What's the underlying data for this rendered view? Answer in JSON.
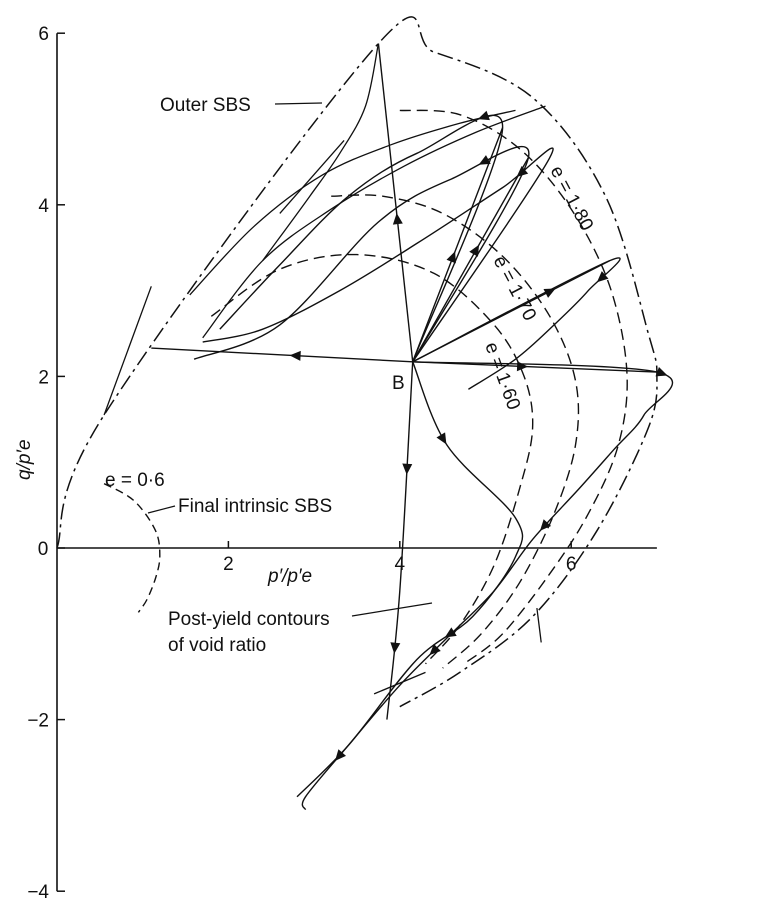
{
  "chart_data": {
    "type": "line",
    "xlabel": "p′/p′e",
    "ylabel": "q/p′e",
    "xlim": [
      0,
      7.0
    ],
    "ylim": [
      -4,
      6
    ],
    "x_ticks": [
      {
        "value": 0,
        "label": "0"
      },
      {
        "value": 2,
        "label": "2"
      },
      {
        "value": 4,
        "label": "4"
      },
      {
        "value": 6,
        "label": "6"
      }
    ],
    "y_ticks": [
      {
        "value": 6,
        "label": "6"
      },
      {
        "value": 4,
        "label": "4"
      },
      {
        "value": 2,
        "label": "2"
      },
      {
        "value": 0,
        "label": "0"
      },
      {
        "value": -2,
        "label": "−2"
      },
      {
        "value": -4,
        "label": "−4"
      }
    ],
    "grid": false,
    "annotations": {
      "outer_sbs": "Outer SBS",
      "final_intrinsic": "Final intrinsic SBS",
      "e_06": "e = 0·6",
      "e_180": "e = 1·80",
      "e_170": "e = 1·70",
      "e_160": "e = 1·60",
      "point_b": "B",
      "post_yield_1": "Post-yield contours",
      "post_yield_2": "of void ratio"
    },
    "point_B": [
      4.15,
      2.17
    ],
    "outer_sbs": [
      [
        0,
        0
      ],
      [
        0.55,
        1.55
      ],
      [
        3.75,
        5.88
      ],
      [
        4.4,
        5.78
      ],
      [
        5.55,
        5.25
      ],
      [
        6.4,
        4.1
      ],
      [
        6.9,
        2.5
      ],
      [
        7.0,
        2.0
      ],
      [
        6.9,
        1.4
      ],
      [
        6.3,
        0.2
      ],
      [
        5.55,
        -0.8
      ],
      [
        4.7,
        -1.45
      ],
      [
        4.0,
        -1.85
      ]
    ],
    "intrinsic_sbs": [
      [
        0.55,
        0.75
      ],
      [
        0.9,
        0.55
      ],
      [
        1.15,
        0.2
      ],
      [
        1.2,
        -0.1
      ],
      [
        1.15,
        -0.35
      ],
      [
        1.05,
        -0.6
      ],
      [
        0.95,
        -0.75
      ]
    ],
    "contours": [
      [
        [
          1.8,
          2.7
        ],
        [
          2.6,
          3.25
        ],
        [
          3.5,
          3.42
        ],
        [
          4.4,
          3.2
        ],
        [
          5.1,
          2.6
        ],
        [
          5.45,
          2.0
        ],
        [
          5.55,
          1.4
        ],
        [
          5.4,
          0.7
        ],
        [
          5.1,
          -0.2
        ],
        [
          4.7,
          -0.9
        ],
        [
          4.3,
          -1.35
        ]
      ],
      [
        [
          3.2,
          4.1
        ],
        [
          3.8,
          4.1
        ],
        [
          4.5,
          3.9
        ],
        [
          5.2,
          3.4
        ],
        [
          5.75,
          2.7
        ],
        [
          6.05,
          1.95
        ],
        [
          6.05,
          1.2
        ],
        [
          5.8,
          0.4
        ],
        [
          5.4,
          -0.4
        ],
        [
          4.95,
          -1.0
        ],
        [
          4.5,
          -1.4
        ]
      ],
      [
        [
          4.0,
          5.1
        ],
        [
          4.7,
          5.05
        ],
        [
          5.4,
          4.65
        ],
        [
          6.0,
          3.95
        ],
        [
          6.45,
          3.05
        ],
        [
          6.65,
          2.05
        ],
        [
          6.55,
          1.2
        ],
        [
          6.2,
          0.4
        ],
        [
          5.75,
          -0.3
        ],
        [
          5.2,
          -1.0
        ],
        [
          4.75,
          -1.35
        ]
      ]
    ],
    "e_curves": [
      [
        [
          1.7,
          2.45
        ],
        [
          2.4,
          3.35
        ],
        [
          3.2,
          3.95
        ],
        [
          4.05,
          4.45
        ],
        [
          4.9,
          4.85
        ],
        [
          5.7,
          5.15
        ]
      ],
      [
        [
          1.55,
          2.95
        ],
        [
          2.3,
          3.75
        ],
        [
          3.1,
          4.35
        ],
        [
          3.9,
          4.7
        ],
        [
          4.7,
          4.95
        ],
        [
          5.35,
          5.1
        ]
      ],
      [
        [
          2.4,
          3.35
        ],
        [
          2.95,
          4.1
        ],
        [
          3.3,
          4.6
        ],
        [
          3.6,
          5.15
        ],
        [
          3.75,
          5.88
        ]
      ]
    ],
    "paths": [
      {
        "points": [
          [
            4.15,
            2.17
          ],
          [
            1.1,
            2.33
          ]
        ],
        "arrows": [
          0.45
        ]
      },
      {
        "points": [
          [
            4.15,
            2.17
          ],
          [
            3.75,
            5.88
          ]
        ],
        "arrows": [
          0.45
        ]
      },
      {
        "points": [
          [
            4.15,
            2.17
          ],
          [
            5.2,
            4.9
          ]
        ],
        "arrows": [
          0.45
        ]
      },
      {
        "points": [
          [
            4.15,
            2.17
          ],
          [
            5.5,
            4.55
          ]
        ],
        "arrows": [
          0.55
        ]
      },
      {
        "points": [
          [
            4.15,
            2.17
          ],
          [
            6.45,
            3.35
          ]
        ],
        "arrows": [
          0.7
        ]
      },
      {
        "points": [
          [
            4.15,
            2.17
          ],
          [
            7.0,
            2.05
          ]
        ],
        "arrows": [
          0.45
        ]
      },
      {
        "points": [
          [
            4.15,
            2.17
          ],
          [
            4.0,
            -0.5
          ],
          [
            3.85,
            -2.0
          ]
        ],
        "arrows": [
          0.3,
          0.8
        ]
      },
      {
        "points": [
          [
            4.15,
            2.17
          ],
          [
            4.55,
            1.2
          ],
          [
            5.35,
            0.35
          ],
          [
            5.35,
            -0.1
          ],
          [
            4.85,
            -0.8
          ],
          [
            4.2,
            -1.3
          ],
          [
            3.4,
            -2.3
          ],
          [
            2.8,
            -2.9
          ]
        ],
        "arrows": [
          0.15,
          0.6
        ]
      },
      {
        "points": [
          [
            4.15,
            2.17
          ],
          [
            5.75,
            4.55
          ],
          [
            5.2,
            4.2
          ],
          [
            4.2,
            3.55
          ],
          [
            3.3,
            3.0
          ],
          [
            2.4,
            2.55
          ],
          [
            1.7,
            2.4
          ]
        ],
        "arrows": [
          0.45
        ]
      },
      {
        "points": [
          [
            4.15,
            2.17
          ],
          [
            5.5,
            4.55
          ],
          [
            4.6,
            4.3
          ],
          [
            3.75,
            3.8
          ],
          [
            2.6,
            2.6
          ],
          [
            1.6,
            2.2
          ]
        ],
        "arrows": [
          0.45
        ]
      },
      {
        "points": [
          [
            4.15,
            2.17
          ],
          [
            5.2,
            4.9
          ],
          [
            4.2,
            4.6
          ],
          [
            3.4,
            4.1
          ],
          [
            2.6,
            3.3
          ],
          [
            1.9,
            2.55
          ]
        ],
        "arrows": [
          0.45
        ]
      },
      {
        "points": [
          [
            4.15,
            2.17
          ],
          [
            6.45,
            3.35
          ],
          [
            6.2,
            3.0
          ],
          [
            5.8,
            2.6
          ],
          [
            5.35,
            2.2
          ],
          [
            4.8,
            1.85
          ]
        ],
        "arrows": [
          0.6
        ]
      },
      {
        "points": [
          [
            4.15,
            2.17
          ],
          [
            7.0,
            2.05
          ],
          [
            6.85,
            1.55
          ],
          [
            6.5,
            1.15
          ],
          [
            6.1,
            0.7
          ],
          [
            5.55,
            0.1
          ],
          [
            5.1,
            -0.5
          ],
          [
            4.6,
            -1.0
          ],
          [
            4.0,
            -1.6
          ],
          [
            3.4,
            -2.3
          ],
          [
            2.9,
            -2.9
          ],
          [
            2.9,
            -3.05
          ]
        ],
        "arrows": [
          0.3,
          0.55,
          0.75,
          0.92
        ]
      }
    ],
    "tick_lines": [
      [
        [
          0.55,
          1.55
        ],
        [
          1.1,
          3.05
        ]
      ],
      [
        [
          2.6,
          3.9
        ],
        [
          3.35,
          4.75
        ]
      ],
      [
        [
          5.6,
          -0.7
        ],
        [
          5.65,
          -1.1
        ]
      ],
      [
        [
          3.7,
          -1.7
        ],
        [
          4.3,
          -1.45
        ]
      ]
    ]
  }
}
